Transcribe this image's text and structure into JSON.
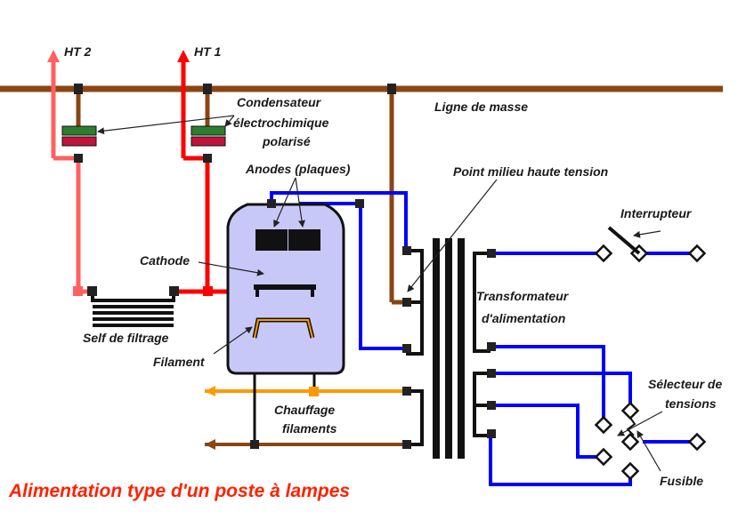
{
  "labels": {
    "ht2": "HT 2",
    "ht1": "HT 1",
    "ligne_masse": "Ligne de masse",
    "condensateur_1": "Condensateur",
    "condensateur_2": "électrochimique",
    "condensateur_3": "polarisé",
    "anodes": "Anodes (plaques)",
    "point_milieu": "Point milieu haute tension",
    "interrupteur": "Interrupteur",
    "cathode": "Cathode",
    "transfo_1": "Transformateur",
    "transfo_2": "d'alimentation",
    "self": "Self de filtrage",
    "filament": "Filament",
    "selecteur_1": "Sélecteur de",
    "selecteur_2": "tensions",
    "chauffage_1": "Chauffage",
    "chauffage_2": "filaments",
    "fusible": "Fusible"
  },
  "title": "Alimentation type d'un poste à lampes",
  "colors": {
    "masse": "#8b4513",
    "ht1": "#ff0000",
    "ht2": "#ff6060",
    "secondary": "#0000ff",
    "heater": "#ff9900",
    "tube_fill": "#c8c8f8",
    "capacitor_top": "#2e7d32",
    "capacitor_bottom": "#c0143c",
    "title": "#ff2200"
  }
}
